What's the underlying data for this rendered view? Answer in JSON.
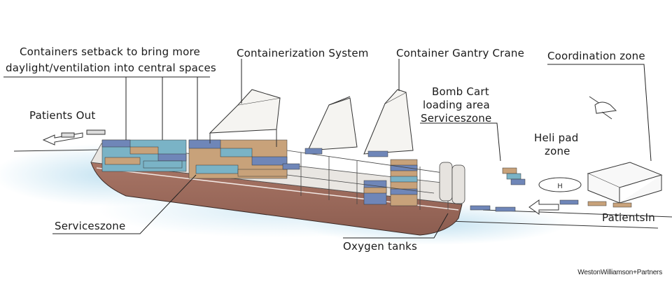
{
  "labels": {
    "containers_setback_line1": "Containers setback to bring more",
    "containers_setback_line2": "daylight/ventilation into central spaces",
    "containerization_system": "Containerization System",
    "container_gantry_crane": "Container Gantry Crane",
    "coordination_zone": "Coordination zone",
    "patients_out": "Patients Out",
    "bomb_cart_line1": "Bomb Cart",
    "bomb_cart_line2": "loading area",
    "services_zone_top": "Serviceszone",
    "heli_pad_line1": "Heli pad",
    "heli_pad_line2": "zone",
    "services_zone_bottom": "Serviceszone",
    "oxygen_tanks": "Oxygen tanks",
    "patients_in": "PatientsIn"
  },
  "credit": "WestonWilliamson+Partners",
  "colors": {
    "hull": "#9c6b5c",
    "deck": "#e9e6e2",
    "water": "#bfe0f0",
    "container_blue": "#6f86b8",
    "container_tan": "#c8a27a",
    "container_cyan": "#7ab3c6",
    "ink": "#1a1a1a"
  }
}
